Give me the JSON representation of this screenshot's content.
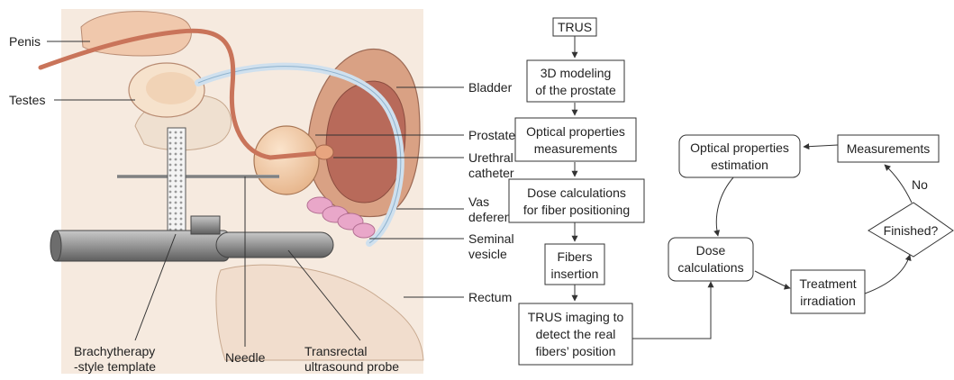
{
  "anatomy": {
    "labels": {
      "penis": "Penis",
      "testes": "Testes",
      "bladder": "Bladder",
      "prostate": "Prostate",
      "urethral_catheter": [
        "Urethral",
        "catheter"
      ],
      "vas_deferens": [
        "Vas",
        "deferens"
      ],
      "seminal_vesicle": [
        "Seminal",
        "vesicle"
      ],
      "rectum": "Rectum",
      "template": [
        "Brachytherapy",
        "-style template"
      ],
      "needle": "Needle",
      "probe": [
        "Transrectal",
        "ultrasound probe"
      ]
    },
    "colors": {
      "tissue": "#f6eadf",
      "organ": "#f2cfb0",
      "bladder_wall": "#d9a184",
      "bladder_inner": "#b86a5a",
      "vas": "#cfe0ee",
      "seminal": "#e9a7c9",
      "catheter": "#c9745a",
      "probe": "#8a8a8a"
    }
  },
  "flowchart": {
    "trus": [
      "TRUS"
    ],
    "modeling": [
      "3D modeling",
      "of the prostate"
    ],
    "optical_measure": [
      "Optical properties",
      "measurements"
    ],
    "dose_fiber": [
      "Dose calculations",
      "for fiber positioning"
    ],
    "fibers_insertion": [
      "Fibers",
      "insertion"
    ],
    "trus_imaging": [
      "TRUS imaging to",
      "detect the real",
      "fibers’ position"
    ],
    "dose_calc": [
      "Dose",
      "calculations"
    ],
    "treatment": [
      "Treatment",
      "irradiation"
    ],
    "finished": [
      "Finished?"
    ],
    "measurements": [
      "Measurements"
    ],
    "optical_estimation": [
      "Optical properties",
      "estimation"
    ],
    "no_label": "No"
  }
}
